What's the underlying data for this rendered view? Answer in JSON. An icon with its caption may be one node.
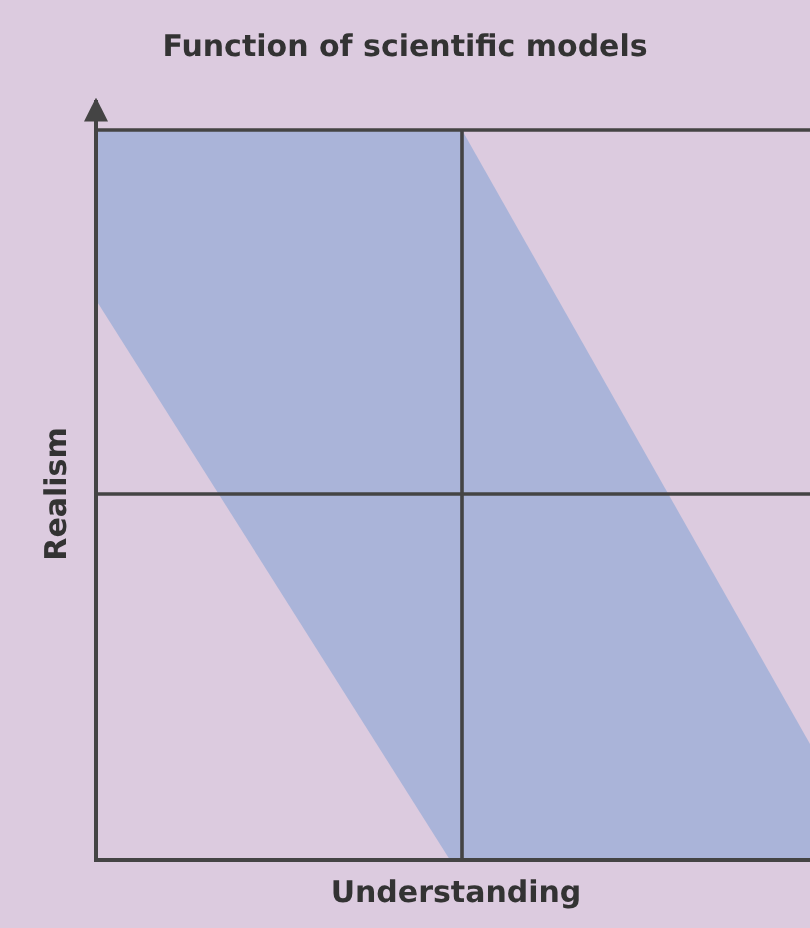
{
  "diagram": {
    "title": "Function of scientific models",
    "labels": [
      "Realism",
      "Understanding"
    ]
  }
}
